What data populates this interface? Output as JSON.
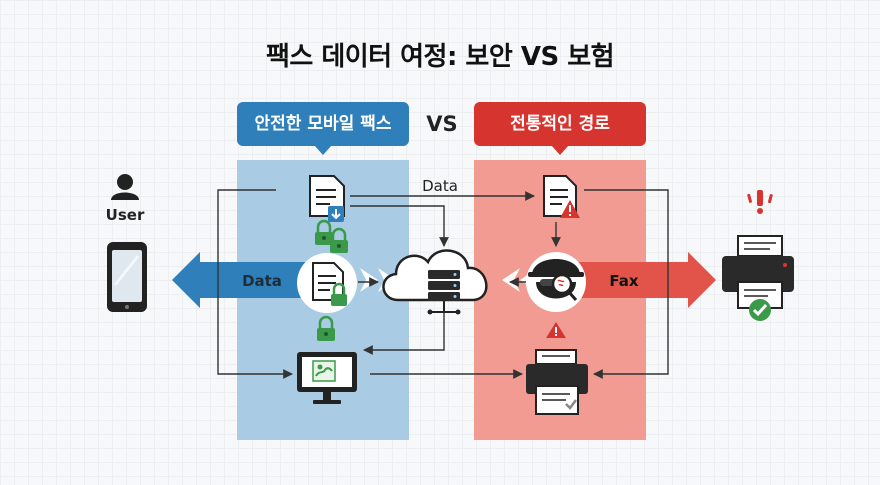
{
  "title": "팩스 데이터 여정: 보안 VS 보험",
  "left_panel": {
    "label": "안전한 모바일 팩스",
    "arrow_label": "Data"
  },
  "vs_label": "VS",
  "right_panel": {
    "label": "전통적인 경로",
    "arrow_label": "Fax"
  },
  "user_label": "User",
  "top_flow_label": "Data",
  "colors": {
    "secure_blue": "#2f80ba",
    "secure_panel": "#a9cbe4",
    "danger_red": "#d6342e",
    "danger_panel": "#f19b93",
    "lock_green": "#3a9a4a"
  },
  "icons": [
    "user-icon",
    "smartphone-icon",
    "document-download-icon",
    "lock-icon",
    "document-lock-icon",
    "computer-monitor-icon",
    "cloud-server-icon",
    "document-warning-icon",
    "hacker-spy-icon",
    "alert-icon",
    "fax-machine-icon",
    "printer-check-icon",
    "exclamation-alert-icon"
  ]
}
